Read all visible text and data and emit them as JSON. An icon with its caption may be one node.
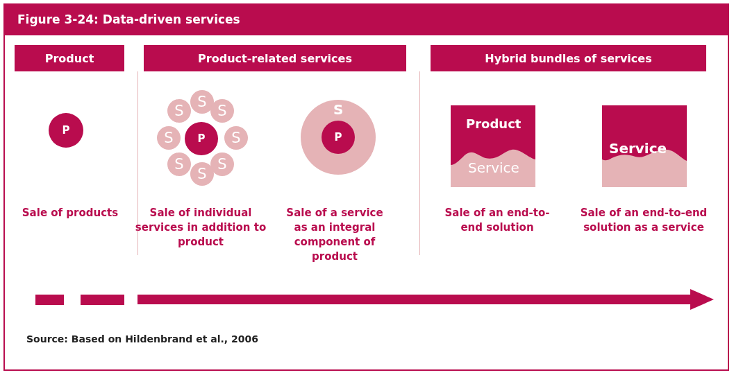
{
  "diagram": {
    "title": "Figure 3-24: Data-driven services",
    "caption": "Source: Based on Hildenbrand et al., 2006",
    "nodes": [
      {
        "text": [
          "Product"
        ]
      },
      {
        "text": [
          "Product-related services"
        ]
      },
      {
        "text": [
          "Hybrid bundles of services"
        ]
      },
      {
        "text": [
          "P"
        ]
      },
      {
        "text": [
          "P"
        ]
      },
      {
        "text": [
          "S"
        ]
      },
      {
        "text": [
          "S"
        ]
      },
      {
        "text": [
          "S"
        ]
      },
      {
        "text": [
          "S"
        ]
      },
      {
        "text": [
          "S"
        ]
      },
      {
        "text": [
          "S"
        ]
      },
      {
        "text": [
          "S"
        ]
      },
      {
        "text": [
          "S"
        ]
      },
      {
        "text": [
          "S"
        ]
      },
      {
        "text": [
          "P"
        ],
        "in": 13
      },
      {
        "text": [
          "Product",
          "Service"
        ]
      },
      {
        "text": [
          "Service"
        ]
      }
    ],
    "labels": [
      "Sale of products",
      "Sale of individual services in addition to product",
      "Sale of a service as an integral component of product",
      "Sale of an end-to-end solution",
      "Sale of an end-to-end solution as a service"
    ]
  }
}
